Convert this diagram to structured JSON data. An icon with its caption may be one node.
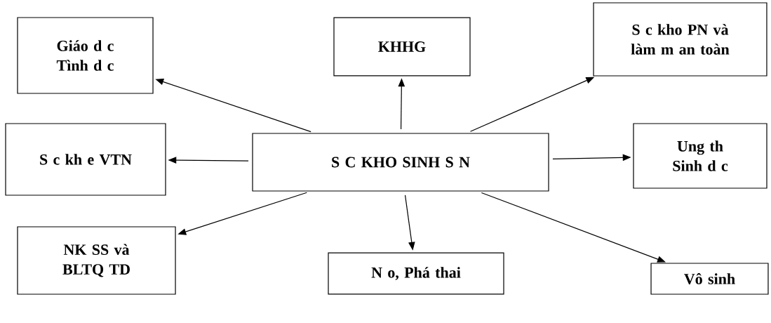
{
  "diagram": {
    "nodes": [
      {
        "text": [
          "S C KHO SINH S N"
        ]
      },
      {
        "text": [
          "Giáo d c Tình d c"
        ]
      },
      {
        "text": [
          "KHHG"
        ]
      },
      {
        "text": [
          "S c kho PN và làm m an toàn"
        ]
      },
      {
        "text": [
          "S c kh e VTN"
        ]
      },
      {
        "text": [
          "Ung th Sinh d c"
        ]
      },
      {
        "text": [
          "NK SS và BLTQ TD"
        ]
      },
      {
        "text": [
          "N o, Phá thai"
        ]
      },
      {
        "text": [
          "Vô sinh"
        ]
      }
    ],
    "edges": [
      {
        "from": 0,
        "to": 1,
        "arrow": "to"
      },
      {
        "from": 0,
        "to": 2,
        "arrow": "to"
      },
      {
        "from": 0,
        "to": 3,
        "arrow": "to"
      },
      {
        "from": 0,
        "to": 4,
        "arrow": "to"
      },
      {
        "from": 0,
        "to": 5,
        "arrow": "to"
      },
      {
        "from": 0,
        "to": 6,
        "arrow": "to"
      },
      {
        "from": 0,
        "to": 7,
        "arrow": "to"
      },
      {
        "from": 0,
        "to": 8,
        "arrow": "to"
      }
    ]
  }
}
